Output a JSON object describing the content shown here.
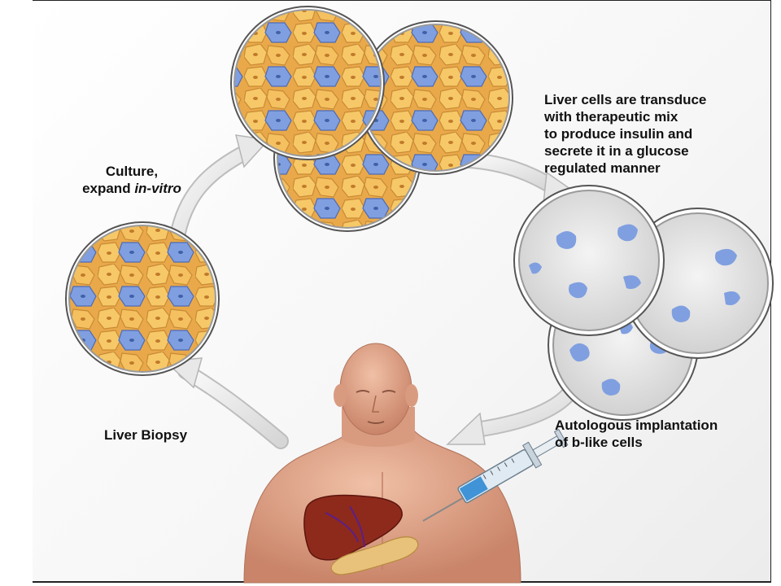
{
  "labels": {
    "culture_line1": "Culture,",
    "culture_line2_prefix": "expand ",
    "culture_line2_italic": "in-vitro",
    "transduce_lines": [
      "Liver cells are transduce",
      "with therapeutic mix",
      "to produce insulin and",
      "secrete it in a glucose",
      "regulated manner"
    ],
    "biopsy": "Liver Biopsy",
    "implant_lines": [
      "Autologous implantation",
      "of  b-like cells"
    ]
  },
  "colors": {
    "hepatocyte_fill": "#f2bf5e",
    "blue_cell_fill": "#7f9fe0",
    "light_plate_fill": "#e4e4e4",
    "arrow_fill": "#eaeaea",
    "skin": "#e2a98f",
    "liver": "#8e2a1c",
    "pancreas": "#e8c27a"
  }
}
